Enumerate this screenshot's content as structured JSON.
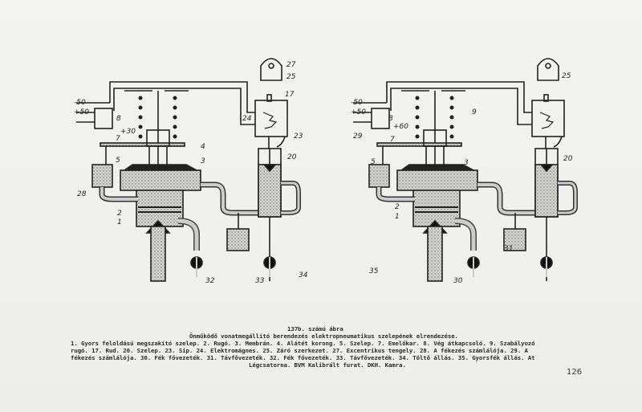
{
  "figure": {
    "number": "137b. számú ábra",
    "title": "Önműködő vonatmegállító berendezés elektropneumatikus szelepének elrendezése.",
    "legend_lines": [
      "1. Gyors feloldású megszakító szelep. 2. Rugó. 3. Membrán. 4. Alátét korong. 5. Szelep. 7. Emelőkar. 8. Vég átkapcsoló. 9. Szabályozó",
      "rugó. 17. Rud. 20. Szelep. 23. Sip. 24. Elektromágnes. 25. Záró szerkezet. 27. Excentrikus tengely. 28. A fékezés számlálója.  29. A",
      "fékezés számlálója. 30. Fék fővezeték. 31. Távfővezeték. 32. Fék fővezeték. 33. Távfővezeték. 34. Töltő állás. 35. Gyorsfék állás. At",
      "Légcsatorna. BVM Kalibrált furat. DKH. Kamra."
    ],
    "page_number": "126"
  },
  "diagram_left": {
    "voltages": [
      "-50",
      "+50",
      "+30"
    ],
    "labels": {
      "l27": "27",
      "l25": "25",
      "l17": "17",
      "l24": "24",
      "l23": "23",
      "l20": "20",
      "l8": "8",
      "l7": "7",
      "l4": "4",
      "l3": "3",
      "l5": "5",
      "l28": "28",
      "l2": "2",
      "l1": "1",
      "l32": "32",
      "l33": "33",
      "l34": "34"
    }
  },
  "diagram_right": {
    "voltages": [
      "-50",
      "+50",
      "+60"
    ],
    "labels": {
      "l25": "25",
      "l9": "9",
      "l8": "8",
      "l29": "29",
      "l7": "7",
      "l20": "20",
      "l5": "5",
      "l3": "3",
      "l2": "2",
      "l1": "1",
      "l35": "35",
      "l30": "30",
      "l31": "31"
    }
  }
}
